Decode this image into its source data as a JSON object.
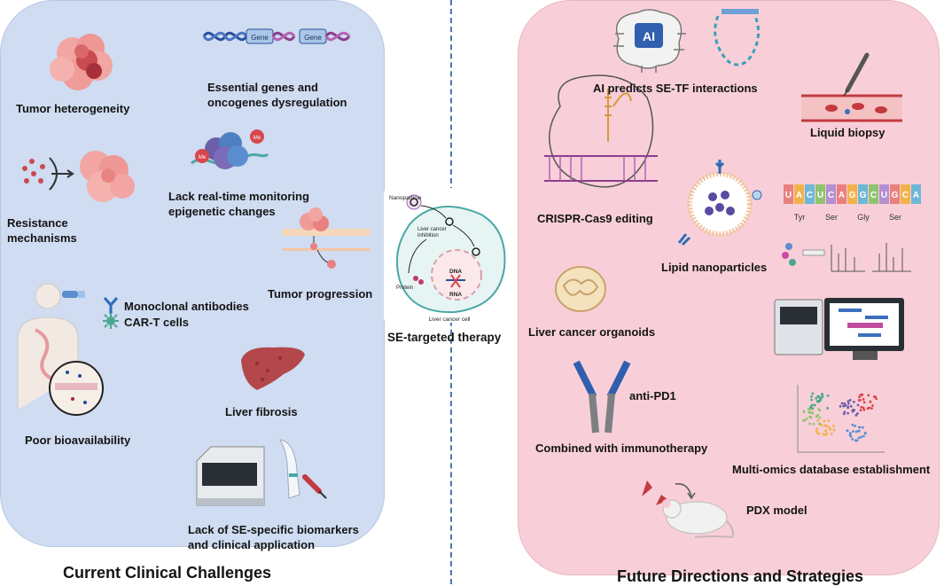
{
  "left": {
    "title": "Current Clinical Challenges",
    "items": [
      "Tumor heterogeneity",
      "Essential genes and\noncogenes dysregulation",
      "Resistance\nmechanisms",
      "Lack real-time monitoring\nepigenetic changes",
      "Tumor progression",
      "Monoclonal antibodies",
      "CAR-T cells",
      "Poor bioavailability",
      "Liver fibrosis",
      "Lack of SE-specific biomarkers\nand clinical application"
    ],
    "gene_labels": [
      "Gene",
      "Gene"
    ],
    "me_labels": [
      "Me",
      "Me"
    ]
  },
  "center": {
    "label": "SE-targeted therapy",
    "cell": {
      "nanoparticle": "Nanoparticle",
      "inhibition": "Liver cancer\ninhibition",
      "protein": "Protein",
      "dna": "DNA",
      "rna": "RNA",
      "cell_label": "Liver cancer cell"
    }
  },
  "right": {
    "title": "Future Directions and Strategies",
    "items": [
      "AI predicts SE-TF interactions",
      "Liquid biopsy",
      "CRISPR-Cas9 editing",
      "Lipid nanoparticles",
      "Liver cancer organoids",
      "anti-PD1",
      "Combined with immunotherapy",
      "Multi-omics database establishment",
      "PDX model"
    ],
    "ai_chip": "AI",
    "amino_acids": [
      "Tyr",
      "Ser",
      "Gly",
      "Ser"
    ],
    "codons": "UACUCAGGCUGCA"
  },
  "colors": {
    "left_bg": "#cfdcf1",
    "right_bg": "#f8cfd8",
    "divider": "#4f74b4",
    "tumor": "#e8807f"
  }
}
